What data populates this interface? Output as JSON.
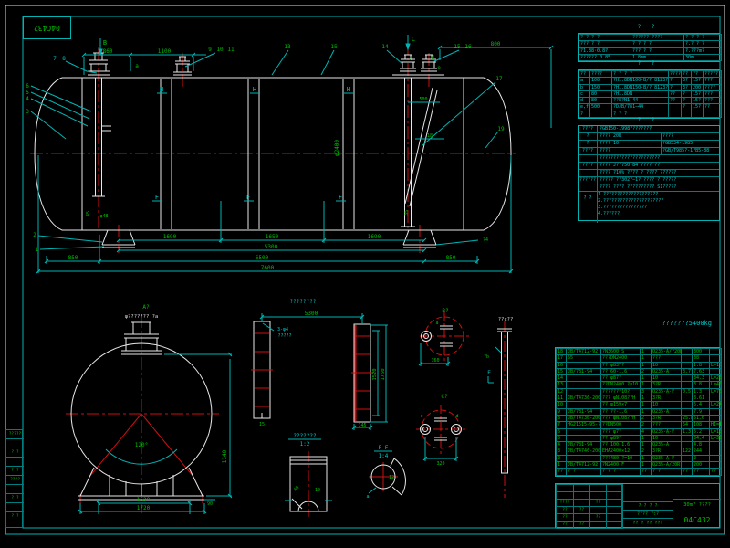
{
  "drawing": {
    "corner_code": "04C432",
    "weight_note": "???????5400kg",
    "colors": {
      "background": "#000000",
      "lines": "#e8e8e8",
      "dimensions": "#00c8c8",
      "dim_text": "#00c000",
      "centerlines": "#cc1111"
    }
  },
  "main_view": {
    "section_b": "B",
    "section_c": "C",
    "dim_860": "860",
    "dim_1100": "1100",
    "dim_800": "800",
    "dim_500": "500",
    "dim_18": "18",
    "dim_phi2400": "φ2400",
    "chain_1690a": "1690",
    "chain_1650": "1650",
    "chain_1690b": "1690",
    "dim_5300": "5300",
    "dim_850l": "850",
    "dim_6500": "6500",
    "dim_850r": "850",
    "dim_7600": "7600",
    "dim_45": "45",
    "dim_phi48": "φ48",
    "dim_35": "35",
    "dim_r4": "?4",
    "seam_h": "H",
    "seam_f": "F",
    "leader_7": "7",
    "leader_8": "8",
    "leader_9": "9",
    "leader_10": "10",
    "leader_11": "11",
    "leader_13": "13",
    "leader_15a": "15",
    "leader_14": "14",
    "leader_15b": "15",
    "leader_16": "16",
    "leader_17": "17",
    "leader_19": "19",
    "leader_6": "6",
    "leader_5": "5",
    "leader_4": "4",
    "leader_3": "3",
    "leader_2": "2",
    "leader_1": "1",
    "mark_a": "a",
    "mark_c": "c",
    "mark_d": "d",
    "mark_e": "e"
  },
  "end_view": {
    "title1": "A?",
    "title2": "φ??????? ?a",
    "angle": "120°",
    "dim_1140": "1140",
    "dim_1520": "1520",
    "dim_1720": "1720",
    "dim_90": "90"
  },
  "strip_view": {
    "title": "????????",
    "dim_5300": "5300",
    "leader1": "3-φ4",
    "leader2": "?????",
    "dim_1520": "1520",
    "dim_1750": "1750",
    "dim_145": "145",
    "dim_15": "15",
    "label": "???????",
    "scale": "1:2"
  },
  "saddle_section": {
    "dim_10": "10",
    "dim_40": "40"
  },
  "ff_section": {
    "title": "F—F",
    "scale": "1:4",
    "dim_12": "12",
    "mark_a": "a"
  },
  "b_view": {
    "title": "B?",
    "mark_a": "a",
    "dim_160": "160"
  },
  "c_view": {
    "title": "C?",
    "mark_c": "c",
    "mark_d": "d",
    "dim_320": "320"
  },
  "pipe_detail": {
    "title": "??c??",
    "mark_e": "E",
    "mark_b": "?b"
  },
  "info_table": {
    "caption": "? ?",
    "rows": [
      [
        "? ? ? ?",
        "?????? ????",
        "? ? ? ?"
      ],
      [
        "??? ? ?",
        "? ? ? ?",
        "?.? ? ?"
      ],
      [
        "?1.88·0.8?",
        "??? ? ?",
        "?.???m?"
      ],
      [
        "?????? 0.85",
        "1.8mm",
        "30m"
      ]
    ]
  },
  "nozzle_table": {
    "caption": "? ?",
    "rows": [
      [
        "??",
        "????",
        "? ? ? ?",
        "????",
        "??",
        "??",
        "?????"
      ],
      [
        "a",
        "100",
        "?H1.8DN100-B/? 8123?",
        "?",
        "3?",
        "15?",
        "???"
      ],
      [
        "b",
        "150",
        "?H1.8DN150-B/? 8123?",
        "?",
        "3?",
        "200",
        "????"
      ],
      [
        "c",
        "80",
        "?H1.8DN",
        "??",
        "?",
        "15?",
        "???"
      ],
      [
        "d",
        "80",
        "??8?N1—44",
        "??",
        "?",
        "15?",
        "???"
      ],
      [
        "e,f",
        "500",
        "?DJB/781—44",
        "",
        "?",
        "15?",
        "??"
      ],
      [
        "?",
        "",
        "? ? ?",
        "",
        "",
        "",
        ""
      ]
    ]
  },
  "spec": {
    "caption": "? ?",
    "rows": [
      {
        "label": "????",
        "text": "?GB150-1998????????",
        "right": ""
      },
      {
        "label": "?",
        "text": "???? 20R",
        "right": "????"
      },
      {
        "label": "?",
        "text": "???? 10",
        "right": "?GB534-1985"
      },
      {
        "label": "????",
        "text": "????",
        "right": "?GB/T985?-1?B5-88"
      },
      {
        "label": "",
        "text": "??????????????????????",
        "right": ""
      },
      {
        "label": "????",
        "text": "???? J??750-84 ???? ??",
        "right": ""
      },
      {
        "label": "",
        "text": "???? ?10% ???? ? ???? ??????",
        "right": ""
      },
      {
        "label": "??????",
        "text": "????? ??302?—1? ???? ? ?????",
        "right": ""
      },
      {
        "label": "",
        "text": "???? ???? ?????????? S1?????",
        "right": ""
      }
    ],
    "note_labels": [
      "",
      "",
      "?",
      "?"
    ],
    "notes": [
      "1.????????????????????",
      "2.??????????????????????",
      "3.????????????????",
      "4.??????"
    ]
  },
  "bom": {
    "rows": [
      [
        "18",
        "JB/T4712-92",
        "?N3600-S",
        "1",
        "Q235-A/?20R",
        "",
        "300",
        ""
      ],
      [
        "17",
        "55",
        "???DN2400",
        "1",
        "???",
        "",
        "38",
        ""
      ],
      [
        "16",
        "",
        "?? φ837?",
        "1",
        "10",
        "",
        "1.8",
        "L=186"
      ],
      [
        "15",
        "JB/781-94",
        "?? 60-1.6",
        "2",
        "Q235-A",
        "3.7",
        "7.63",
        ""
      ],
      [
        "14",
        "",
        "?? φ87?",
        "1",
        "10",
        "",
        "34.3",
        "L=2617"
      ],
      [
        "13",
        "",
        "??DN2400 ?=10",
        "1",
        "3?R",
        "",
        "3.8",
        "L=450"
      ],
      [
        "12",
        "",
        "???????10?",
        "3",
        "Q235-A-F",
        "0.5",
        "1.3",
        "L=7000"
      ],
      [
        "11",
        "JB/T4736-2002",
        "??? φN108??H",
        "1",
        "3?R",
        "",
        "3.61",
        ""
      ],
      [
        "10",
        "",
        "?? φ159×7",
        "1",
        "10",
        "",
        "5.4",
        "L=270"
      ],
      [
        "9",
        "JB/781-94",
        "?? ??-1.6",
        "1",
        "Q235-A",
        "",
        "7.9",
        ""
      ],
      [
        "8",
        "JB/T4736-2002",
        "??? φN108??H",
        "2",
        "3?R",
        "25.8",
        "51.6",
        ""
      ],
      [
        "7",
        "HG21515-95-?",
        "??DN500",
        "2",
        "???",
        "54",
        "108",
        "H1=180"
      ],
      [
        "6",
        "",
        "??? φ7?",
        "4",
        "Q235-A-F",
        "1.3",
        "5.2",
        "L=1008"
      ],
      [
        "5",
        "",
        "?? φ89?",
        "1",
        "10",
        "",
        "34.4",
        "L=3517"
      ],
      [
        "4",
        "JB/781-94",
        "?? 100-1.6",
        "1",
        "Q235-A",
        "",
        "4.8",
        ""
      ],
      [
        "3",
        "JB/T4746-2002",
        "EHA2400×12",
        "2",
        "3?R",
        "122.0",
        "244",
        ""
      ],
      [
        "2",
        "",
        "???480 ?=10",
        "1",
        "Q235-A-F",
        "",
        "2",
        ""
      ],
      [
        "1",
        "JB/T4712-92",
        "?N2400-F",
        "1",
        "Q235-A/20R",
        "",
        "200",
        ""
      ],
      [
        "??",
        "? ?",
        "? ? ? ?",
        "??",
        "? ?",
        "??",
        "??",
        "??"
      ]
    ]
  },
  "title_block": {
    "sig_rows": [
      [
        "",
        "",
        "",
        ""
      ],
      [
        "",
        "",
        "",
        ""
      ],
      [
        "????",
        "",
        "??",
        ""
      ],
      [
        "??",
        "??",
        "",
        ""
      ],
      [
        "??",
        "",
        "??",
        ""
      ],
      [
        "??",
        "??",
        "",
        ""
      ]
    ],
    "mid1": "? ? ? ?",
    "mid2": "???? ?:?",
    "mid3": "?? ? ?? ???",
    "scale_cell": "30m? ????",
    "code": "04C432"
  },
  "rev_strip": [
    "?????",
    "",
    "? ?",
    "",
    "? ?",
    "????",
    "",
    "? ?",
    "",
    "? ?"
  ]
}
